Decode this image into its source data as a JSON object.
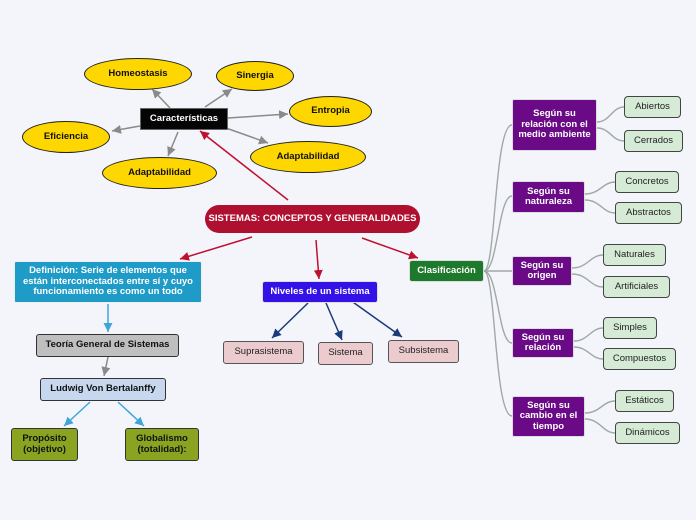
{
  "root": "SISTEMAS: CONCEPTOS Y GENERALIDADES",
  "caracteristicas": {
    "label": "Características",
    "items": [
      "Homeostasis",
      "Sinergia",
      "Entropia",
      "Adaptabilidad",
      "Adaptabilidad",
      "Eficiencia"
    ]
  },
  "definicion": {
    "label": "Definición: Serie de elementos que están interconectados entre sí y cuyo funcionamiento es como un todo",
    "tgs": "Teoría General de Sistemas",
    "author": "Ludwig Von Bertalanffy",
    "proposito": "Propósito (objetivo)",
    "globalismo": "Globalismo (totalidad):"
  },
  "niveles": {
    "label": "Niveles de un sistema",
    "items": [
      "Suprasistema",
      "Sistema",
      "Subsistema"
    ]
  },
  "clasificacion": {
    "label": "Clasificación",
    "groups": [
      {
        "label": "Según su relación con el medio ambiente",
        "items": [
          "Abiertos",
          "Cerrados"
        ]
      },
      {
        "label": "Según su naturaleza",
        "items": [
          "Concretos",
          "Abstractos"
        ]
      },
      {
        "label": "Según su origen",
        "items": [
          "Naturales",
          "Artificiales"
        ]
      },
      {
        "label": "Según su relación",
        "items": [
          "Simples",
          "Compuestos"
        ]
      },
      {
        "label": "Según su cambio en el tiempo",
        "items": [
          "Estáticos",
          "Dinámicos"
        ]
      }
    ]
  }
}
